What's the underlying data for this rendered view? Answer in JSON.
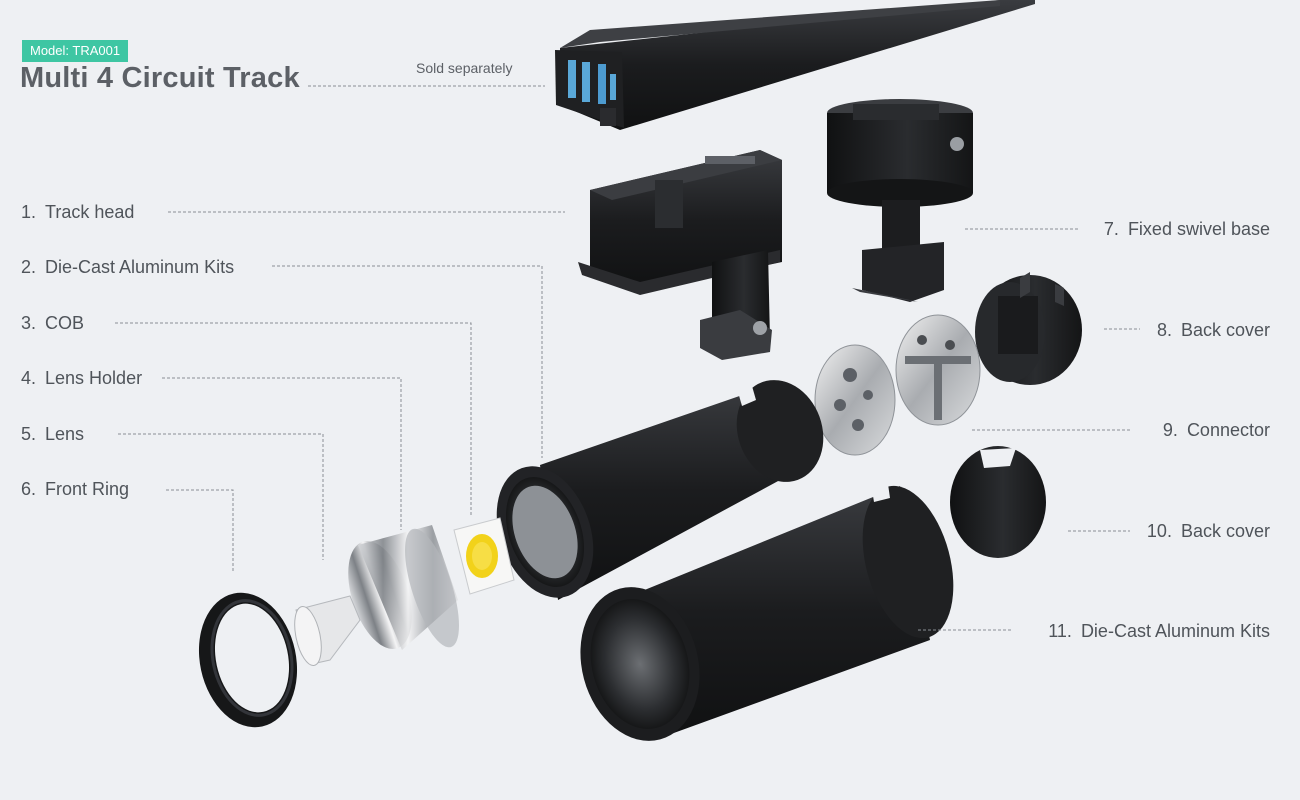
{
  "header": {
    "model_badge": "Model: TRA001",
    "title": "Multi 4 Circuit Track",
    "track_note": "Sold separately"
  },
  "parts": [
    {
      "num": "1.",
      "name": "Track head"
    },
    {
      "num": "2.",
      "name": "Die-Cast Aluminum Kits"
    },
    {
      "num": "3.",
      "name": "COB"
    },
    {
      "num": "4.",
      "name": "Lens Holder"
    },
    {
      "num": "5.",
      "name": "Lens"
    },
    {
      "num": "6.",
      "name": "Front Ring"
    },
    {
      "num": "7.",
      "name": "Fixed swivel base"
    },
    {
      "num": "8.",
      "name": "Back cover"
    },
    {
      "num": "9.",
      "name": "Connector"
    },
    {
      "num": "10.",
      "name": "Back cover"
    },
    {
      "num": "11.",
      "name": "Die-Cast Aluminum Kits"
    }
  ],
  "colors": {
    "background": "#eef0f3",
    "badge": "#3ec6a3",
    "body_black": "#1c1d1f",
    "leader_line": "#8a8e94",
    "cob_yellow": "#f2d21a",
    "track_insulator": "#5aa8d8"
  }
}
